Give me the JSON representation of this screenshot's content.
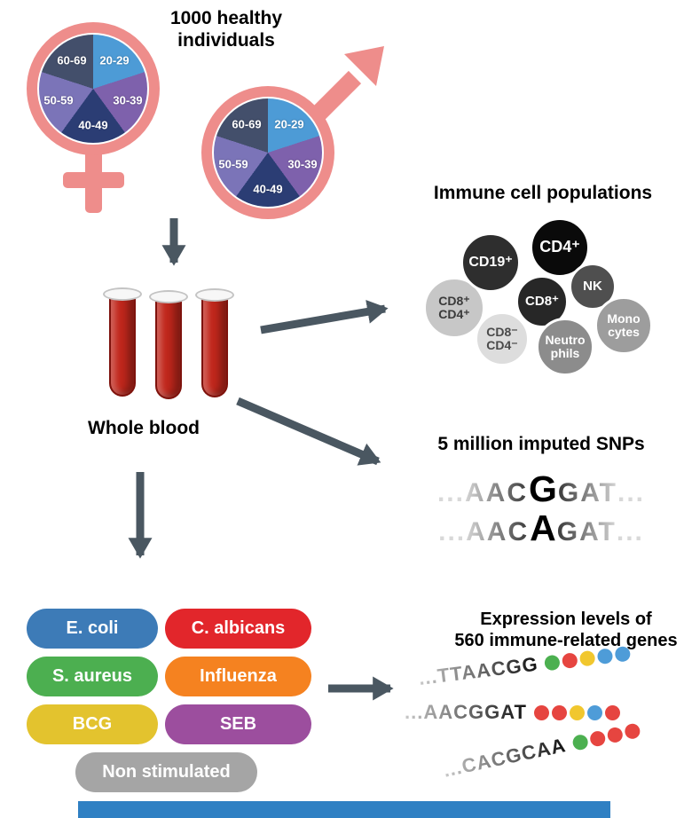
{
  "title": {
    "line1": "1000 healthy",
    "line2": "individuals"
  },
  "colors": {
    "pink": "#ee8d8b",
    "arrow": "#4a5761",
    "blood": "#c1271c",
    "footer_bar": "#2f80c3"
  },
  "demographics": {
    "age_groups": [
      {
        "label": "20-29",
        "color": "#4d9bd6"
      },
      {
        "label": "30-39",
        "color": "#7e61ac"
      },
      {
        "label": "40-49",
        "color": "#2b3d74"
      },
      {
        "label": "50-59",
        "color": "#7b74b8"
      },
      {
        "label": "60-69",
        "color": "#434f6b"
      }
    ]
  },
  "whole_blood_label": "Whole blood",
  "immune_cells": {
    "heading": "Immune cell populations",
    "cells": [
      {
        "lines": [
          "CD8⁺",
          "CD4⁺"
        ],
        "bg": "#c7c7c7",
        "fg": "#3a3a3a"
      },
      {
        "lines": [
          "CD19⁺"
        ],
        "bg": "#2e2e2e",
        "fg": "#ffffff"
      },
      {
        "lines": [
          "CD4⁺"
        ],
        "bg": "#0a0a0a",
        "fg": "#ffffff"
      },
      {
        "lines": [
          "NK"
        ],
        "bg": "#4f4f4f",
        "fg": "#ffffff"
      },
      {
        "lines": [
          "CD8⁺"
        ],
        "bg": "#272727",
        "fg": "#ffffff"
      },
      {
        "lines": [
          "CD8⁻",
          "CD4⁻"
        ],
        "bg": "#dddddd",
        "fg": "#4a4a4a"
      },
      {
        "lines": [
          "Neutro",
          "phils"
        ],
        "bg": "#8c8c8c",
        "fg": "#ffffff"
      },
      {
        "lines": [
          "Mono",
          "cytes"
        ],
        "bg": "#9d9d9d",
        "fg": "#ffffff"
      }
    ]
  },
  "snps": {
    "heading": "5 million imputed SNPs",
    "ellipsis": "...",
    "sequences": [
      {
        "left": "AAC",
        "allele": "G",
        "right": "GAT"
      },
      {
        "left": "AAC",
        "allele": "A",
        "right": "GAT"
      }
    ]
  },
  "stimuli": {
    "items": [
      {
        "label": "E. coli",
        "color": "#3d7bb7"
      },
      {
        "label": "C. albicans",
        "color": "#e2262b"
      },
      {
        "label": "S. aureus",
        "color": "#4caf50"
      },
      {
        "label": "Influenza",
        "color": "#f58220"
      },
      {
        "label": "BCG",
        "color": "#e3c32e"
      },
      {
        "label": "SEB",
        "color": "#9c4e9e"
      },
      {
        "label": "Non stimulated",
        "color": "#a5a5a5"
      }
    ]
  },
  "expression": {
    "heading_line1": "Expression levels of",
    "heading_line2": "560 immune-related genes",
    "rows": [
      {
        "sequence": "...TTAACGG",
        "dots": [
          "#4cb050",
          "#e64540",
          "#f1c72e",
          "#4e9cd8",
          "#4e9cd8"
        ]
      },
      {
        "sequence": "...AACGGAT",
        "dots": [
          "#e64540",
          "#e64540",
          "#f1c72e",
          "#4e9cd8",
          "#e64540"
        ]
      },
      {
        "sequence": "...CACGCAA",
        "dots": [
          "#4cb050",
          "#e64540",
          "#e64540",
          "#e64540"
        ]
      }
    ]
  }
}
